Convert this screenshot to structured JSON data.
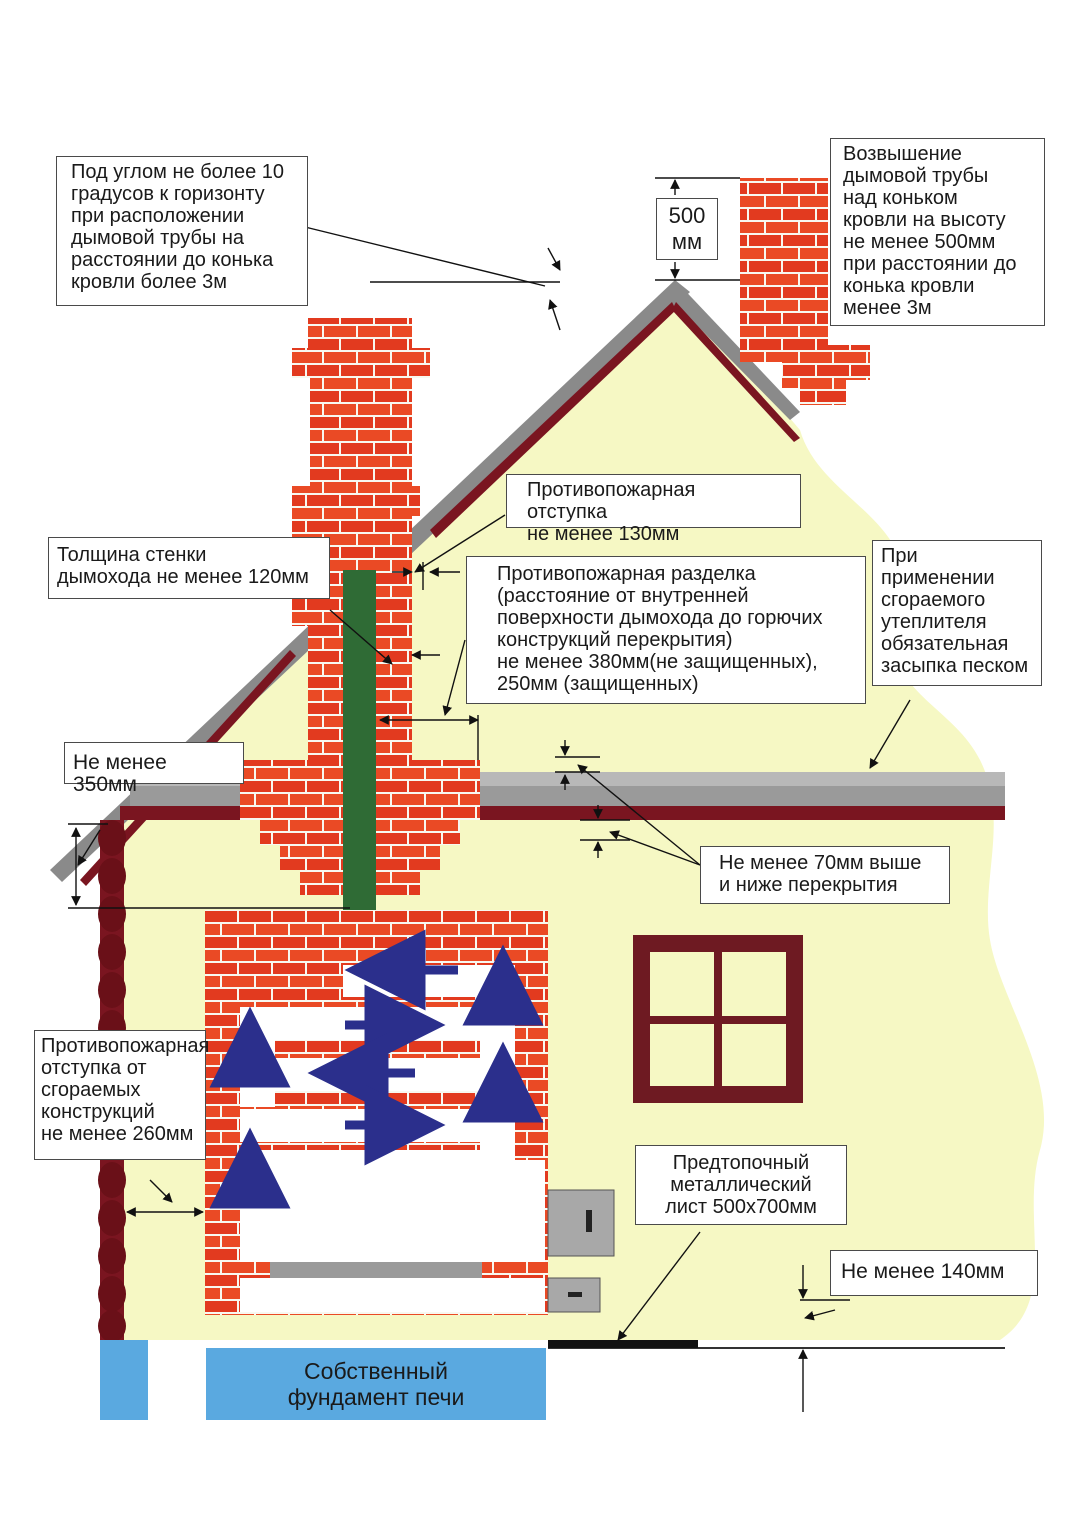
{
  "labels": {
    "angle_note": "Под углом не более 10\nградусов к горизонту\nпри расположении\nдымовой трубы на\nрасстоянии до конька\nкровли более 3м",
    "height_value": "500\nмм",
    "height_note": "Возвышение\nдымовой трубы\nнад коньком\nкровли на высоту\nне менее 500мм\nпри расстоянии до\nконька кровли\nменее 3м",
    "roof_offset": "Противопожарная отступка\nне менее 130мм",
    "wall_thickness": "Толщина стенки\nдымохода не менее 120мм",
    "separation": "Противопожарная разделка\n(расстояние от внутренней\nповерхности дымохода до горючих\nконструкций перекрытия)\nне менее 380мм(не защищенных),\n250мм (защищенных)",
    "insulation": "При применении\nсгораемого\nутеплителя\nобязательная\nзасыпка песком",
    "min_350": "Не менее 350мм",
    "min_70": "Не менее 70мм выше\nи ниже перекрытия",
    "side_offset": "Противопожарная\nотступка от\nсгораемых\nконструкций\nне менее 260мм",
    "pre_furnace_sheet": "Предтопочный\nметаллический\nлист 500х700мм",
    "min_140": "Не менее 140мм",
    "foundation": "Собственный\nфундамент печи"
  },
  "colors": {
    "wall_fill": "#f6f8c4",
    "brick": "#e23a1f",
    "brick_light": "#ef6a3c",
    "mortar": "#f8f8f0",
    "flue": "#2f6b35",
    "roof_grey": "#8a8a8a",
    "roof_red": "#7a1520",
    "ceiling_grey": "#b8b8b8",
    "ceiling_red": "#7a1520",
    "foundation": "#5aa9e0",
    "arrow": "#2b2f8c",
    "window_frame": "#6e1a22",
    "door": "#a8a8a8"
  }
}
